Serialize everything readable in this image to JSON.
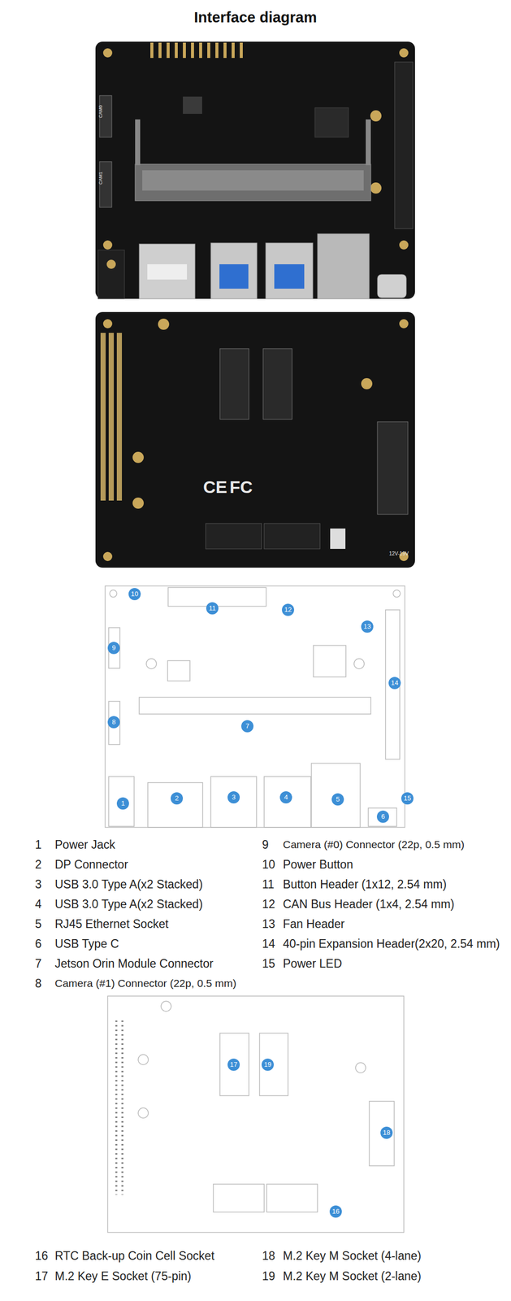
{
  "diagram": {
    "title": "Interface diagram",
    "labels": [
      "1",
      "2",
      "3",
      "4",
      "5",
      "6",
      "7",
      "8",
      "9",
      "10",
      "11",
      "12",
      "13",
      "14",
      "15",
      "1",
      "Power Jack",
      "2",
      "DP Connector",
      "3",
      "USB 3.0 Type A(x2 Stacked)",
      "4",
      "USB 3.0 Type A(x2 Stacked)",
      "5",
      "RJ45 Ethernet Socket",
      "6",
      "USB Type C",
      "7",
      "Jetson Orin Module Connector",
      "8",
      "Camera (#1) Connector (22p, 0.5 mm)",
      "9",
      "Camera (#0) Connector (22p, 0.5 mm)",
      "10",
      "Power Button",
      "11",
      "Button Header (1x12, 2.54 mm)",
      "12",
      "CAN Bus Header (1x4, 2.54 mm)",
      "13",
      "Fan Header",
      "14",
      "40-pin Expansion Header(2x20, 2.54 mm)",
      "15",
      "Power LED",
      "16",
      "17",
      "18",
      "19",
      "16",
      "RTC Back-up Coin Cell Socket",
      "17",
      "M.2 Key E Socket (75-pin)",
      "18",
      "M.2 Key M Socket (4-lane)",
      "19",
      "M.2 Key M Socket (2-lane)",
      "CAM0",
      "CAM1",
      "CE",
      "FC",
      "12V-19V"
    ]
  }
}
